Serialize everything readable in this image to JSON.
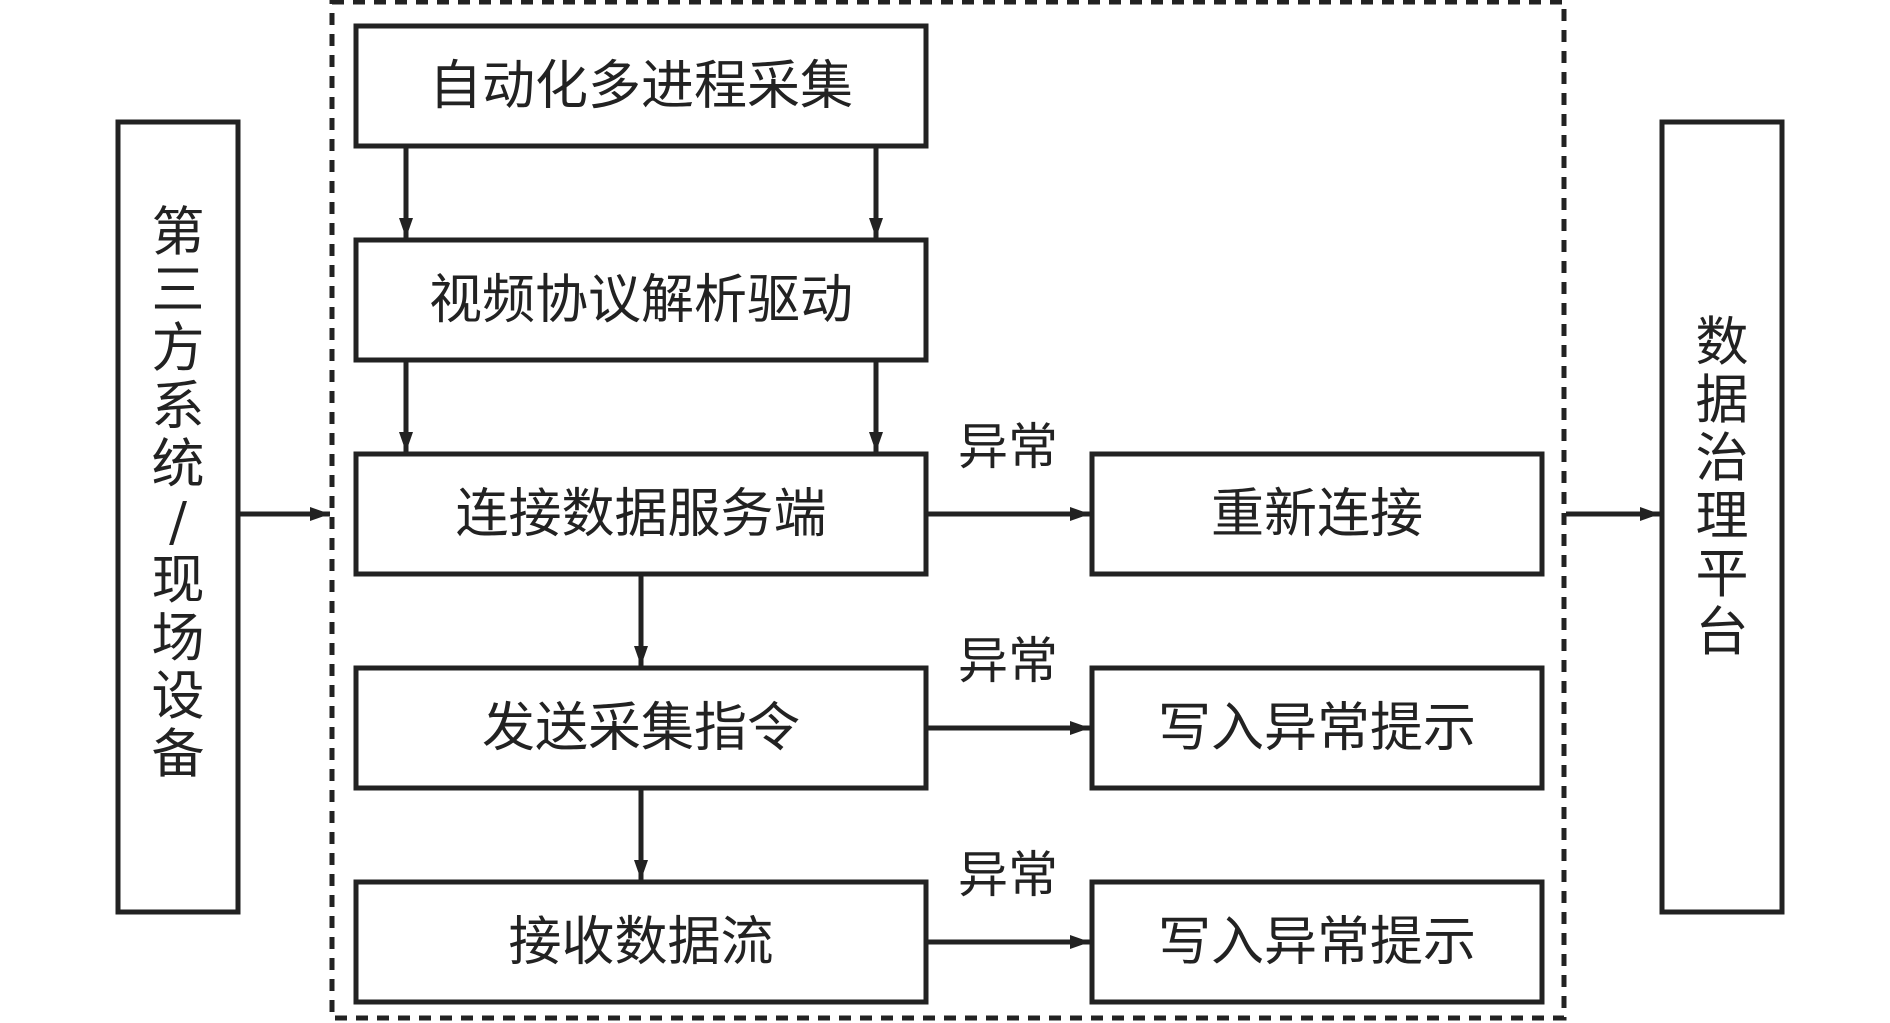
{
  "nodes": {
    "third_party_device": "第三方系统/现场设备",
    "auto_collect": "自动化多进程采集",
    "video_protocol": "视频协议解析驱动",
    "connect_server": "连接数据服务端",
    "send_command": "发送采集指令",
    "receive_stream": "接收数据流",
    "reconnect": "重新连接",
    "write_error_1": "写入异常提示",
    "write_error_2": "写入异常提示",
    "governance_platform": "数据治理平台"
  },
  "edge_labels": {
    "error_1": "异常",
    "error_2": "异常",
    "error_3": "异常"
  },
  "colors": {
    "stroke": "#222222",
    "background": "#ffffff"
  }
}
